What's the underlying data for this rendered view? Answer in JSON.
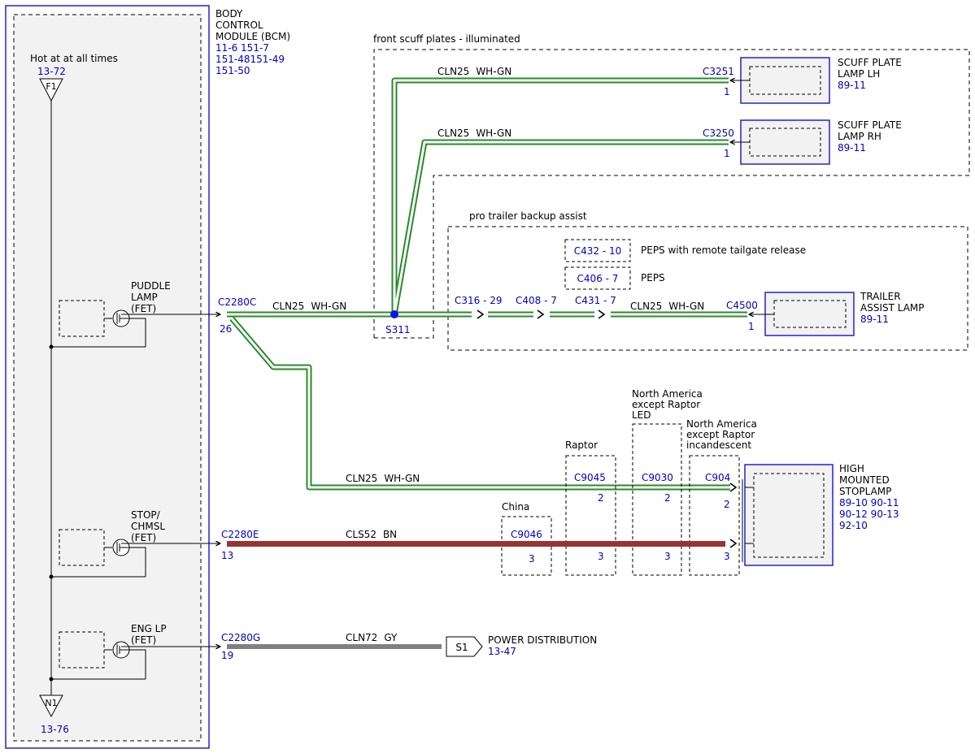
{
  "bcm": {
    "title_lines": [
      "BODY",
      "CONTROL",
      "MODULE (BCM)"
    ],
    "refs": [
      "11-6  151-7",
      "151-48151-49",
      "151-50"
    ]
  },
  "supply": {
    "label": "Hot at at all times",
    "ref": "13-72",
    "fuse": "F1"
  },
  "ground": {
    "label": "N1",
    "ref": "13-76"
  },
  "outputs": {
    "puddle": {
      "lines": [
        "PUDDLE",
        "LAMP",
        "(FET)"
      ],
      "connector": "C2280C",
      "pin": "26"
    },
    "stop": {
      "lines": [
        "STOP/",
        "CHMSL",
        "(FET)"
      ],
      "connector": "C2280E",
      "pin": "13"
    },
    "eng": {
      "lines": [
        "ENG LP",
        "(FET)"
      ],
      "connector": "C2280G",
      "pin": "19"
    }
  },
  "wires": {
    "scuff_lh": {
      "circuit": "CLN25",
      "color": "WH-GN"
    },
    "scuff_rh": {
      "circuit": "CLN25",
      "color": "WH-GN"
    },
    "puddle_main": {
      "circuit": "CLN25",
      "color": "WH-GN"
    },
    "trailer": {
      "circuit": "CLN25",
      "color": "WH-GN"
    },
    "stoplamp_feed": {
      "circuit": "CLN25",
      "color": "WH-GN"
    },
    "stop_circuit": {
      "circuit": "CLS52",
      "color": "BN"
    },
    "eng_circuit": {
      "circuit": "CLN72",
      "color": "GY"
    }
  },
  "wire_colors": {
    "wh_gn_white": "#ffffff",
    "wh_gn_green": "#2a8a2a",
    "brown": "#993333",
    "gray": "#808080",
    "ref_blue": "#0000cc"
  },
  "splice": {
    "label": "S311"
  },
  "scuff_group": {
    "title": "front scuff plates - illuminated",
    "lh": {
      "connector": "C3251",
      "pin": "1",
      "name_lines": [
        "SCUFF PLATE",
        "LAMP LH"
      ],
      "ref": "89-11"
    },
    "rh": {
      "connector": "C3250",
      "pin": "1",
      "name_lines": [
        "SCUFF PLATE",
        "LAMP RH"
      ],
      "ref": "89-11"
    }
  },
  "trailer_group": {
    "title": "pro trailer backup assist",
    "inline": [
      "C316 - 29",
      "C408 - 7",
      "C431 - 7"
    ],
    "notes": [
      {
        "connector": "C432 - 10",
        "text": "PEPS with remote tailgate release"
      },
      {
        "connector": "C406 - 7",
        "text": "PEPS"
      }
    ],
    "lamp": {
      "connector": "C4500",
      "pin": "1",
      "name_lines": [
        "TRAILER",
        "ASSIST LAMP"
      ],
      "ref": "89-11"
    }
  },
  "stoplamp": {
    "name_lines": [
      "HIGH",
      "MOUNTED",
      "STOPLAMP"
    ],
    "refs": [
      "89-10 90-11",
      "90-12 90-13",
      "92-10"
    ],
    "china": {
      "label": "China",
      "connector": "C9046",
      "pin": "3"
    },
    "raptor": {
      "label": "Raptor",
      "connector": "C9045",
      "pin_top": "2",
      "pin_bottom": "3"
    },
    "na_led": {
      "label_lines": [
        "North America",
        "except Raptor",
        "LED"
      ],
      "connector": "C9030",
      "pin_top": "2",
      "pin_bottom": "3"
    },
    "na_inc": {
      "label_lines": [
        "North America",
        "except Raptor",
        "incandescent"
      ],
      "connector": "C904",
      "pin_top": "2",
      "pin_bottom": "3"
    }
  },
  "power": {
    "splice": "S1",
    "label": "POWER DISTRIBUTION",
    "ref": "13-47"
  }
}
